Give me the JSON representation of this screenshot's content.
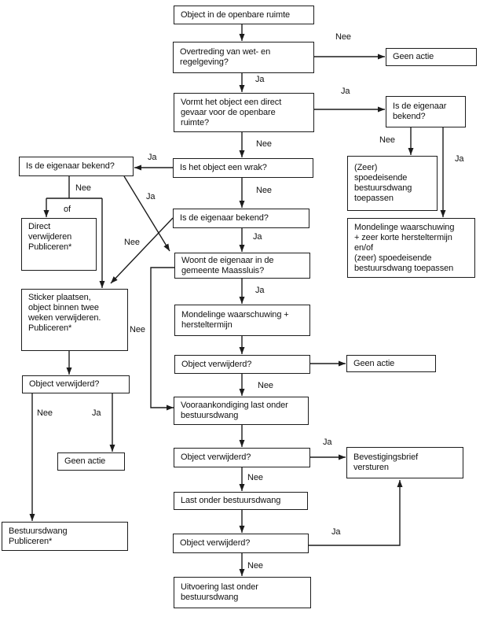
{
  "diagram": {
    "colors": {
      "background": "#ffffff",
      "line": "#1c1c1c",
      "text": "#111111"
    },
    "nodes": [
      {
        "id": "start",
        "text": "Object in de openbare ruimte"
      },
      {
        "id": "q-overtreding",
        "text": "Overtreding van wet- en\nregelgeving?"
      },
      {
        "id": "geen-actie-1",
        "text": "Geen actie"
      },
      {
        "id": "q-gevaar",
        "text": "Vormt het object een direct\ngevaar voor de openbare\nruimte?"
      },
      {
        "id": "q-eigenaar-rechts",
        "text": "Is de eigenaar\nbekend?"
      },
      {
        "id": "zeer-spoedeisend",
        "text": "(Zeer)\nspoedeisende\nbestuursdwang\ntoepassen"
      },
      {
        "id": "mondeling-kort",
        "text": "Mondelinge waarschuwing\n+ zeer korte hersteltermijn\nen/of\n(zeer) spoedeisende\nbestuursdwang toepassen"
      },
      {
        "id": "q-wrak",
        "text": "Is het object een wrak?"
      },
      {
        "id": "q-eigenaar-links",
        "text": "Is de eigenaar bekend?"
      },
      {
        "id": "direct-verwijderen",
        "text": "Direct\nverwijderen\nPubliceren*"
      },
      {
        "id": "q-eigenaar-midden",
        "text": "Is de eigenaar bekend?"
      },
      {
        "id": "q-woont-maassluis",
        "text": "Woont de eigenaar in de\ngemeente Maassluis?"
      },
      {
        "id": "sticker-plaatsen",
        "text": "Sticker plaatsen,\nobject binnen twee\nweken verwijderen.\nPubliceren*"
      },
      {
        "id": "mondeling-herstel",
        "text": "Mondelinge waarschuwing +\nhersteltermijn"
      },
      {
        "id": "q-verwijderd-links",
        "text": "Object verwijderd?"
      },
      {
        "id": "q-verwijderd-1",
        "text": "Object verwijderd?"
      },
      {
        "id": "geen-actie-2",
        "text": "Geen actie"
      },
      {
        "id": "vooraankondiging",
        "text": "Vooraankondiging last onder\nbestuursdwang"
      },
      {
        "id": "geen-actie-3",
        "text": "Geen actie"
      },
      {
        "id": "q-verwijderd-2",
        "text": "Object verwijderd?"
      },
      {
        "id": "bevestigingsbrief",
        "text": "Bevestigingsbrief\nversturen"
      },
      {
        "id": "last-onder",
        "text": "Last onder bestuursdwang"
      },
      {
        "id": "q-verwijderd-3",
        "text": "Object verwijderd?"
      },
      {
        "id": "bestuursdwang-pub",
        "text": "Bestuursdwang\nPubliceren*"
      },
      {
        "id": "uitvoering",
        "text": "Uitvoering last onder\nbestuursdwang"
      }
    ],
    "edge_labels": [
      {
        "id": "nee-overtreding",
        "text": "Nee"
      },
      {
        "id": "ja-overtreding",
        "text": "Ja"
      },
      {
        "id": "ja-gevaar",
        "text": "Ja"
      },
      {
        "id": "nee-gevaar",
        "text": "Nee"
      },
      {
        "id": "nee-eigenaar-rechts",
        "text": "Nee"
      },
      {
        "id": "ja-eigenaar-rechts",
        "text": "Ja"
      },
      {
        "id": "ja-wrak",
        "text": "Ja"
      },
      {
        "id": "nee-wrak",
        "text": "Nee"
      },
      {
        "id": "ja-eigenaar-midden",
        "text": "Ja"
      },
      {
        "id": "nee-eigenaar-links",
        "text": "Nee"
      },
      {
        "id": "of-splitsing",
        "text": "of"
      },
      {
        "id": "ja-diagonaal",
        "text": "Ja"
      },
      {
        "id": "nee-diagonaal",
        "text": "Nee"
      },
      {
        "id": "nee-woont",
        "text": "Nee"
      },
      {
        "id": "ja-woont",
        "text": "Ja"
      },
      {
        "id": "nee-verwijderd-1",
        "text": "Nee"
      },
      {
        "id": "nee-verwijderd-links",
        "text": "Nee"
      },
      {
        "id": "ja-verwijderd-links",
        "text": "Ja"
      },
      {
        "id": "ja-verwijderd-2",
        "text": "Ja"
      },
      {
        "id": "nee-verwijderd-2",
        "text": "Nee"
      },
      {
        "id": "ja-verwijderd-3",
        "text": "Ja"
      },
      {
        "id": "nee-verwijderd-3",
        "text": "Nee"
      }
    ]
  }
}
